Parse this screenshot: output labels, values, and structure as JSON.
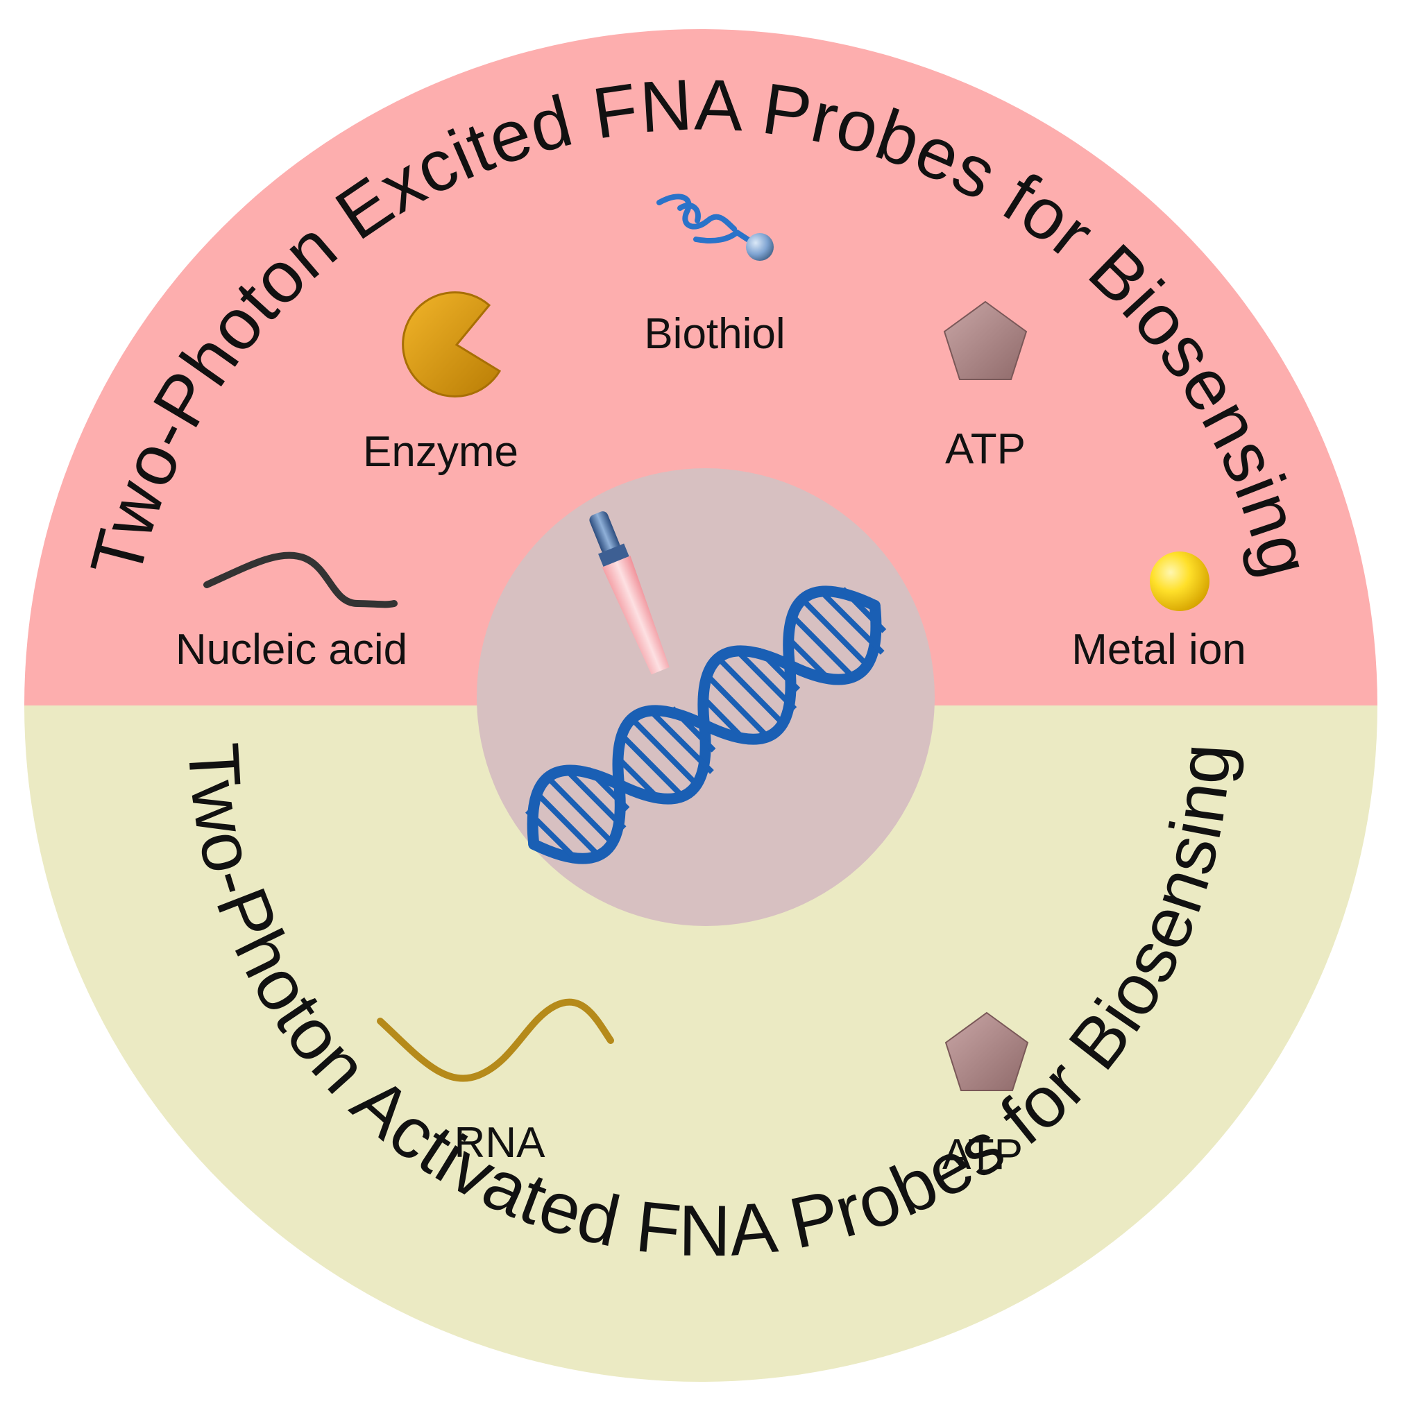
{
  "diagram": {
    "top_arc_title": "Two-Photon Excited FNA Probes for Biosensing",
    "bottom_arc_title": "Two-Photon Activated FNA Probes for Biosensing",
    "top_items": [
      {
        "label": "Biothiol",
        "icon": "biothiol-icon"
      },
      {
        "label": "Enzyme",
        "icon": "enzyme-pacman-icon"
      },
      {
        "label": "ATP",
        "icon": "pentagon-icon"
      },
      {
        "label": "Nucleic acid",
        "icon": "strand-icon"
      },
      {
        "label": "Metal ion",
        "icon": "sphere-icon"
      }
    ],
    "bottom_items": [
      {
        "label": "RNA",
        "icon": "rna-strand-icon"
      },
      {
        "label": "ATP",
        "icon": "pentagon-icon"
      }
    ],
    "center_icons": [
      "laser-pen-icon",
      "dna-helix-icon"
    ]
  },
  "colors": {
    "top_half": "#fdaeae",
    "bottom_half": "#ebeac3",
    "center_disc": "#d7c0c1",
    "dna": "#1a5fb4",
    "enzyme": "#d99a0b",
    "atp": "#b08a8a",
    "metal": "#ffd21a",
    "rna": "#b58a1a",
    "nucleic": "#333333"
  }
}
